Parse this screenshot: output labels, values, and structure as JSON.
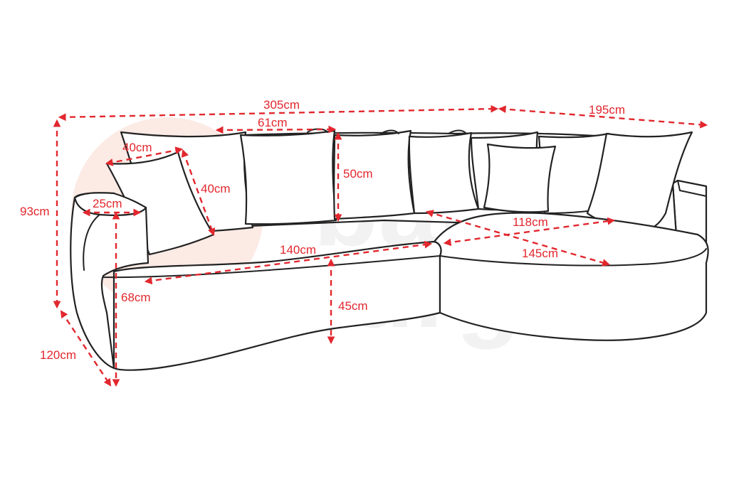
{
  "colors": {
    "dimension": "#e2272e",
    "outline": "#222222",
    "watermark_circle": "#fbe3dc",
    "watermark_text": "#f2f2f2"
  },
  "watermark": {
    "logo_line1": "baldu",
    "logo_line2": "turgus"
  },
  "dimensions": {
    "overall_width": "305cm",
    "chaise_width": "195cm",
    "pillow_back_width": "61cm",
    "pillow_small_width": "40cm",
    "pillow_small_height": "40cm",
    "pillow_back_height": "50cm",
    "armrest_width": "25cm",
    "overall_height": "93cm",
    "seat_width": "140cm",
    "chaise_depth_inner": "118cm",
    "chaise_depth_outer": "145cm",
    "seat_height": "45cm",
    "arm_height": "68cm",
    "overall_depth": "120cm"
  }
}
